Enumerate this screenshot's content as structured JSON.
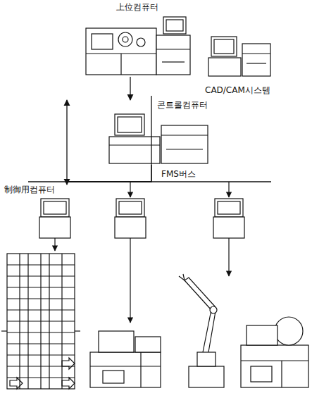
{
  "diagram": {
    "nodes": [
      {
        "text": [
          "上位컴퓨터"
        ]
      },
      {
        "text": [
          "CAD/CAM시스템"
        ]
      },
      {
        "text": [
          "콘트롤컴퓨터"
        ]
      },
      {
        "text": [
          "制御用컴퓨터"
        ]
      }
    ],
    "edges": [
      {
        "from": 0,
        "to": 2,
        "arrow": "to"
      },
      {
        "from": 1,
        "to": 2,
        "arrow": "to"
      },
      {
        "from": 2,
        "to": 3,
        "arrow": "to"
      }
    ],
    "labels": [
      "FMS버스"
    ]
  }
}
